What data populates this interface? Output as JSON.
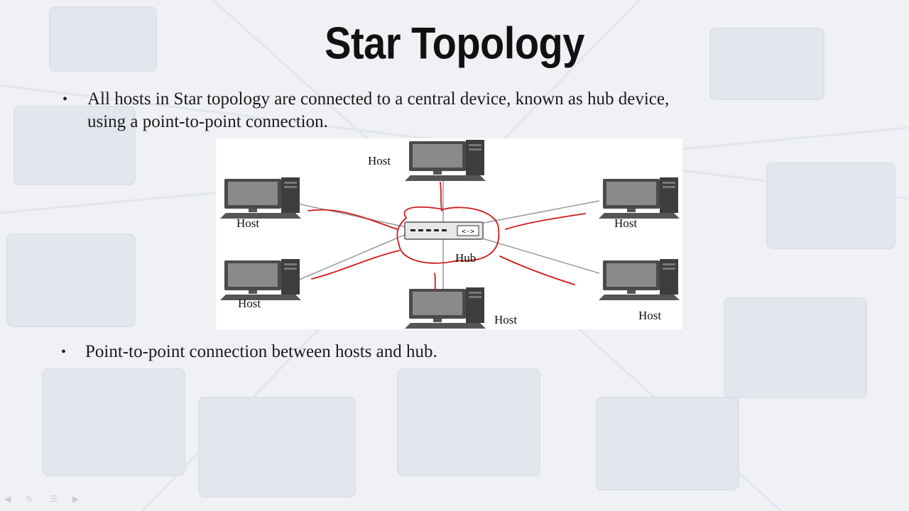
{
  "slide": {
    "title": "Star Topology",
    "bullets": [
      {
        "text": "All hosts in Star topology are connected to a central device, known as hub device,",
        "text2": "using a point-to-point connection."
      },
      {
        "text": "Point-to-point connection between hosts and hub."
      }
    ],
    "bullet_glyph": "•"
  },
  "diagram": {
    "hub_label": "Hub",
    "hosts": [
      {
        "label": "Host"
      },
      {
        "label": "Host"
      },
      {
        "label": "Host"
      },
      {
        "label": "Host"
      },
      {
        "label": "Host"
      },
      {
        "label": "Host"
      }
    ],
    "annotation_color": "#d11a1a"
  },
  "toolbar": {
    "icons": [
      "arrow-left-icon",
      "pen-icon",
      "menu-icon",
      "arrow-right-icon"
    ]
  }
}
